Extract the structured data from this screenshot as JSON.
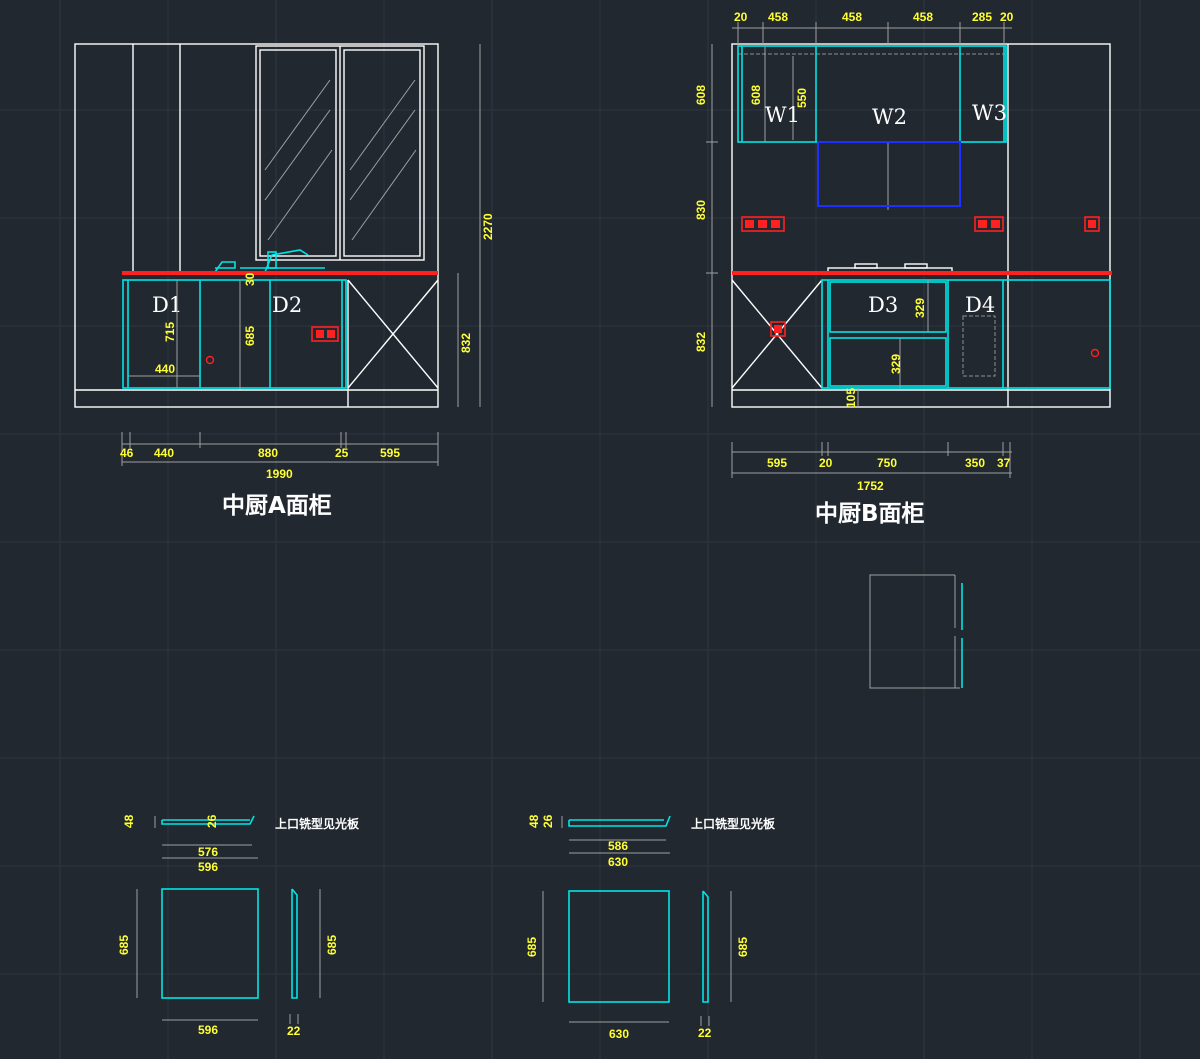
{
  "captions": {
    "elev_a": "中厨A面柜",
    "elev_b": "中厨B面柜",
    "panel_note_1": "上口铣型见光板",
    "panel_note_2": "上口铣型见光板"
  },
  "labels": {
    "a_d1": "D1",
    "a_d2": "D2",
    "b_w1": "W1",
    "b_w2": "W2",
    "b_w3": "W3",
    "b_d3": "D3",
    "b_d4": "D4"
  },
  "dims_a": {
    "height": "2270",
    "base_height": "832",
    "d1_h": "715",
    "d2_h": "685",
    "counter": "30",
    "d1_w": "440",
    "b1": "46",
    "b2": "440",
    "b3": "880",
    "b4": "25",
    "b5": "595",
    "total": "1990"
  },
  "dims_b": {
    "t1": "20",
    "t2": "458",
    "t3": "458",
    "t4": "458",
    "t5": "285",
    "t6": "20",
    "w_h": "608",
    "w1_h": "608",
    "w1_inner": "550",
    "mid_h": "830",
    "base_h": "832",
    "d3_top": "329",
    "d3_bot": "329",
    "plinth": "105",
    "b1": "595",
    "b2": "20",
    "b3": "750",
    "b4": "350",
    "b5": "37",
    "total": "1752"
  },
  "panel1": {
    "thick": "48",
    "lip": "26",
    "inner_w": "576",
    "outer_w": "596",
    "h_left": "685",
    "h_right": "685",
    "bot_w": "596",
    "side_w": "22"
  },
  "panel2": {
    "thick": "48",
    "lip": "26",
    "inner_w": "586",
    "outer_w": "630",
    "h_left": "685",
    "h_right": "685",
    "bot_w": "630",
    "side_w": "22"
  }
}
